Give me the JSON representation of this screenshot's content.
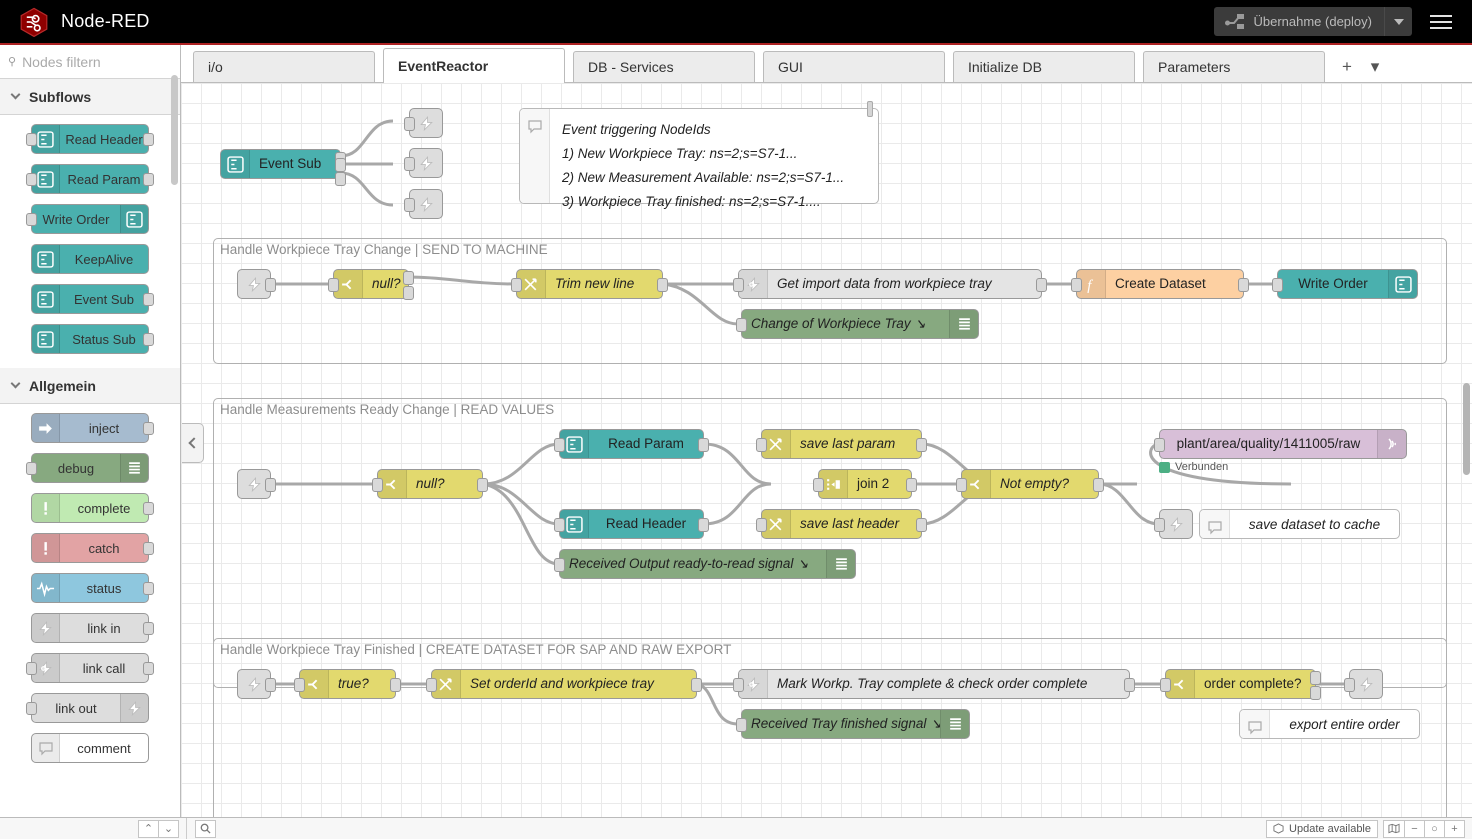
{
  "header": {
    "brand_title": "Node-RED",
    "deploy_label": "Übernahme (deploy)"
  },
  "palette": {
    "search_placeholder": "Nodes filtern",
    "categories": [
      {
        "name": "Subflows",
        "nodes": [
          {
            "label": "Read Header",
            "icon": "subflow-icon",
            "color": "#4ab0ae",
            "icon_side": "left",
            "in": true,
            "out": true
          },
          {
            "label": "Read Param",
            "icon": "subflow-icon",
            "color": "#4ab0ae",
            "icon_side": "left",
            "in": true,
            "out": true
          },
          {
            "label": "Write Order",
            "icon": "subflow-icon",
            "color": "#4ab0ae",
            "icon_side": "right",
            "in": true,
            "out": false
          },
          {
            "label": "KeepAlive",
            "icon": "subflow-icon",
            "color": "#4ab0ae",
            "icon_side": "left",
            "in": false,
            "out": false
          },
          {
            "label": "Event Sub",
            "icon": "subflow-icon",
            "color": "#4ab0ae",
            "icon_side": "left",
            "in": false,
            "out": true
          },
          {
            "label": "Status Sub",
            "icon": "subflow-icon",
            "color": "#4ab0ae",
            "icon_side": "left",
            "in": false,
            "out": true
          }
        ]
      },
      {
        "name": "Allgemein",
        "nodes": [
          {
            "label": "inject",
            "icon": "arrow-right-icon",
            "color": "#a6bbcf",
            "icon_side": "left",
            "in": false,
            "out": true
          },
          {
            "label": "debug",
            "icon": "debug-lines-icon",
            "color": "#87a980",
            "icon_side": "right",
            "in": true,
            "out": false
          },
          {
            "label": "complete",
            "icon": "exclamation-icon",
            "color": "#c0eab2",
            "icon_side": "left",
            "in": false,
            "out": true
          },
          {
            "label": "catch",
            "icon": "exclamation-icon",
            "color": "#e2a3a4",
            "icon_side": "left",
            "in": false,
            "out": true
          },
          {
            "label": "status",
            "icon": "pulse-icon",
            "color": "#8ec7de",
            "icon_side": "left",
            "in": false,
            "out": true
          },
          {
            "label": "link in",
            "icon": "link-icon",
            "color": "#dddddd",
            "icon_side": "left",
            "in": false,
            "out": true
          },
          {
            "label": "link call",
            "icon": "link-call-icon",
            "color": "#dddddd",
            "icon_side": "left",
            "in": true,
            "out": true
          },
          {
            "label": "link out",
            "icon": "link-icon",
            "color": "#dddddd",
            "icon_side": "right",
            "in": true,
            "out": false
          },
          {
            "label": "comment",
            "icon": "comment-icon",
            "color": "#ffffff",
            "icon_side": "left",
            "in": false,
            "out": false
          }
        ]
      }
    ]
  },
  "tabs": {
    "items": [
      {
        "label": "i/o",
        "active": false
      },
      {
        "label": "EventReactor",
        "active": true
      },
      {
        "label": "DB - Services",
        "active": false
      },
      {
        "label": "GUI",
        "active": false
      },
      {
        "label": "Initialize DB",
        "active": false
      },
      {
        "label": "Parameters",
        "active": false
      }
    ],
    "add_label": "+",
    "more_label": "▾"
  },
  "flow": {
    "top_section": {
      "event_sub_label": "Event Sub",
      "link_out_count": 3,
      "comment_lines": [
        "Event triggering NodeIds",
        "1) New Workpiece Tray: ns=2;s=S7-1...",
        "2) New Measurement Available: ns=2;s=S7-1...",
        "3) Workpiece Tray finished: ns=2;s=S7-1...."
      ]
    },
    "groups": [
      {
        "title": "Handle Workpiece Tray Change | SEND TO MACHINE",
        "nodes": [
          {
            "label": "",
            "type": "link-in",
            "color": "#dddddd"
          },
          {
            "label": "null?",
            "type": "switch",
            "color": "#e2d96e"
          },
          {
            "label": "Trim new line",
            "type": "change",
            "color": "#e2d96e"
          },
          {
            "label": "Get import data from workpiece tray",
            "type": "link-call",
            "color": "#e4e4e4"
          },
          {
            "label": "Change of Workpiece Tray",
            "type": "debug",
            "color": "#87a980"
          },
          {
            "label": "Create Dataset",
            "type": "function",
            "color": "#fdd0a2"
          },
          {
            "label": "Write Order",
            "type": "subflow",
            "color": "#4ab0ae"
          }
        ]
      },
      {
        "title": "Handle Measurements Ready Change | READ VALUES",
        "nodes": [
          {
            "label": "",
            "type": "link-in",
            "color": "#dddddd"
          },
          {
            "label": "null?",
            "type": "switch",
            "color": "#e2d96e"
          },
          {
            "label": "Read Param",
            "type": "subflow",
            "color": "#4ab0ae"
          },
          {
            "label": "Read Header",
            "type": "subflow",
            "color": "#4ab0ae"
          },
          {
            "label": "Received Output ready-to-read signal",
            "type": "debug",
            "color": "#87a980"
          },
          {
            "label": "save last param",
            "type": "change",
            "color": "#e2d96e"
          },
          {
            "label": "save last header",
            "type": "change",
            "color": "#e2d96e"
          },
          {
            "label": "join 2",
            "type": "join",
            "color": "#e2d96e"
          },
          {
            "label": "Not empty?",
            "type": "switch",
            "color": "#e2d96e"
          },
          {
            "label": "plant/area/quality/1411005/raw",
            "type": "mqtt-out",
            "color": "#d8bfd8",
            "status": "Verbunden",
            "status_color": "#4caf84"
          },
          {
            "label": "save dataset to cache",
            "type": "comment",
            "color": "#ffffff"
          }
        ]
      },
      {
        "title": "Handle Workpiece Tray Finished | CREATE DATASET FOR SAP AND RAW EXPORT",
        "nodes": [
          {
            "label": "",
            "type": "link-in",
            "color": "#dddddd"
          },
          {
            "label": "true?",
            "type": "switch",
            "color": "#e2d96e"
          },
          {
            "label": "Set orderId and workpiece tray",
            "type": "change",
            "color": "#e2d96e"
          },
          {
            "label": "Mark Workp. Tray complete & check order complete",
            "type": "link-call",
            "color": "#e4e4e4"
          },
          {
            "label": "Received Tray finished signal",
            "type": "debug",
            "color": "#87a980"
          },
          {
            "label": "order complete?",
            "type": "switch",
            "color": "#e2d96e"
          },
          {
            "label": "",
            "type": "link-out",
            "color": "#dddddd"
          },
          {
            "label": "export entire order",
            "type": "comment",
            "color": "#ffffff"
          }
        ]
      }
    ]
  },
  "footer": {
    "collapse_all": "⌃",
    "expand_all": "⌄",
    "search_icon": "search-icon",
    "update_label": "Update available",
    "zoom_reset": "○",
    "zoom_out": "−",
    "zoom_in": "+"
  },
  "colors": {
    "brand_red": "#ad2223",
    "header_black": "#000000",
    "subflow_teal": "#4ab0ae",
    "switch_yellow": "#e2d96e",
    "debug_green": "#87a980",
    "function_orange": "#fdd0a2",
    "mqtt_purple": "#d8bfd8",
    "status_connected": "#4caf84"
  }
}
